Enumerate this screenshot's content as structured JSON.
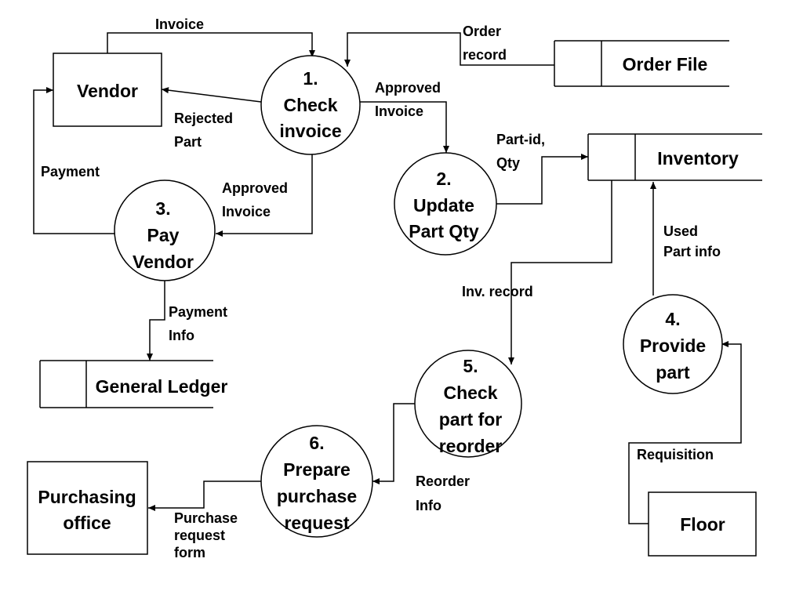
{
  "entities": {
    "vendor": "Vendor",
    "purchasing": [
      "Purchasing",
      "office"
    ],
    "floor": "Floor"
  },
  "processes": {
    "p1": [
      "1.",
      "Check",
      "invoice"
    ],
    "p2": [
      "2.",
      "Update",
      "Part Qty"
    ],
    "p3": [
      "3.",
      "Pay",
      "Vendor"
    ],
    "p4": [
      "4.",
      "Provide",
      "part"
    ],
    "p5": [
      "5.",
      "Check",
      "part for",
      "reorder"
    ],
    "p6": [
      "6.",
      "Prepare",
      "purchase",
      "request"
    ]
  },
  "datastores": {
    "order_file": "Order File",
    "inventory": "Inventory",
    "general_ledger": "General Ledger"
  },
  "flows": {
    "invoice": "Invoice",
    "order_record": [
      "Order",
      "record"
    ],
    "rejected_part": [
      "Rejected",
      "Part"
    ],
    "approved_invoice_1": [
      "Approved",
      "Invoice"
    ],
    "approved_invoice_2": [
      "Approved",
      "Invoice"
    ],
    "part_id_qty": [
      "Part-id,",
      "Qty"
    ],
    "payment": "Payment",
    "used_part_info": [
      "Used",
      "Part info"
    ],
    "inv_record": "Inv. record",
    "payment_info": [
      "Payment",
      "Info"
    ],
    "reorder_info": [
      "Reorder",
      "Info"
    ],
    "requisition": "Requisition",
    "purchase_request_form": [
      "Purchase",
      "request",
      "form"
    ]
  }
}
